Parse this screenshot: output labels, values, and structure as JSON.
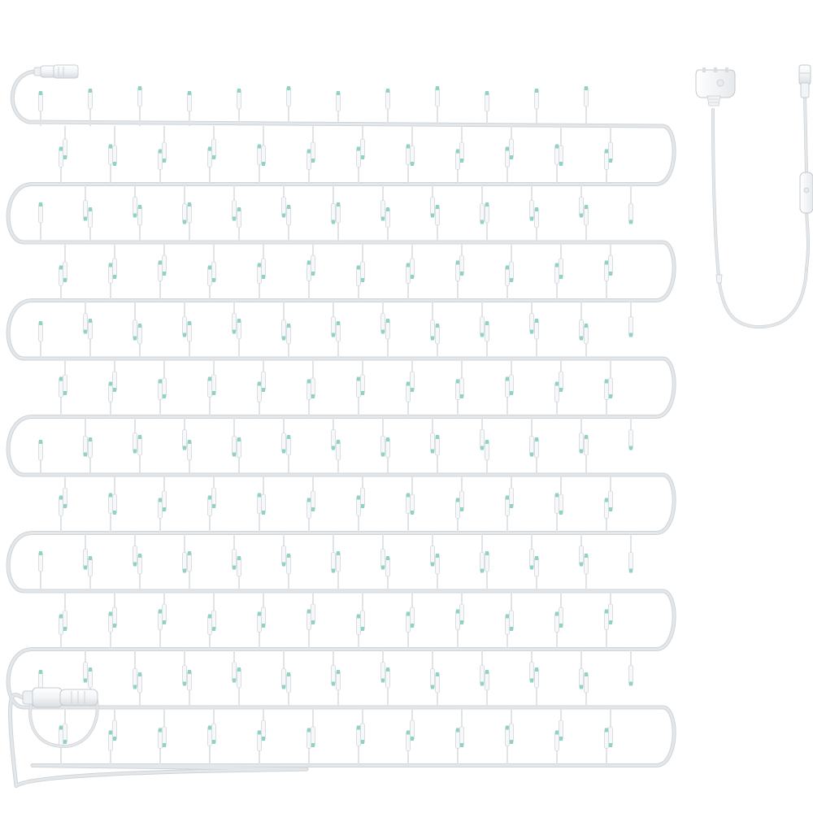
{
  "product": {
    "type": "led-curtain-string-light",
    "wire_color": "#e4e7ea",
    "bulb_tip_color": "#8fd3c4",
    "runs": 12,
    "bulbs_per_run": 12,
    "icons": [
      "input-connector-icon",
      "end-connector-icon",
      "uk-plug-icon",
      "adapter-connector-icon",
      "inline-switch-icon"
    ]
  }
}
